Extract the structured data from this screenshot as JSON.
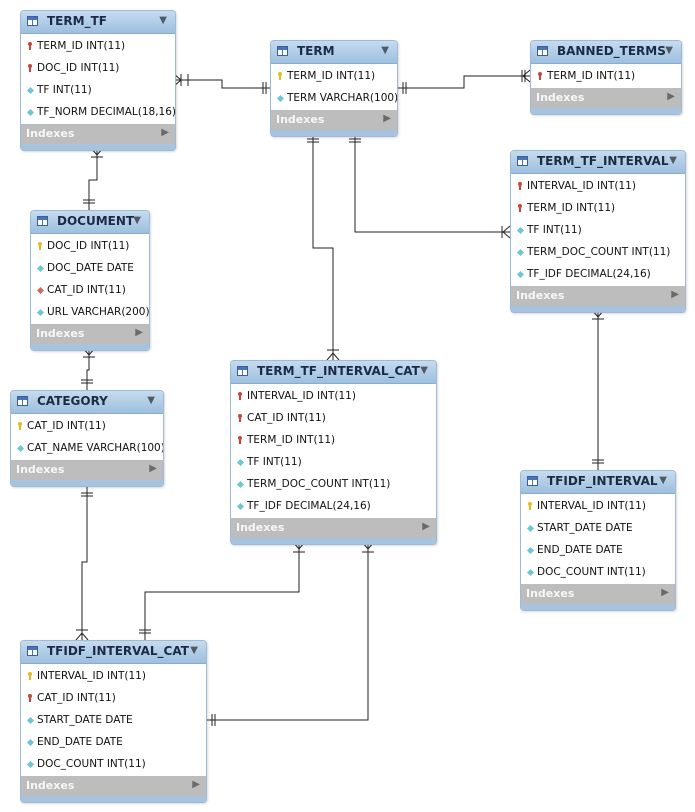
{
  "indexes_label": "Indexes",
  "tables": [
    {
      "id": "term_tf",
      "name": "TERM_TF",
      "columns": [
        {
          "name": "TERM_ID INT(11)",
          "icon": "key-red"
        },
        {
          "name": "DOC_ID INT(11)",
          "icon": "key-red"
        },
        {
          "name": "TF INT(11)",
          "icon": "dia-cyan"
        },
        {
          "name": "TF_NORM DECIMAL(18,16)",
          "icon": "dia-cyan"
        }
      ]
    },
    {
      "id": "term",
      "name": "TERM",
      "columns": [
        {
          "name": "TERM_ID INT(11)",
          "icon": "key-yel"
        },
        {
          "name": "TERM VARCHAR(100)",
          "icon": "dia-cyan"
        }
      ]
    },
    {
      "id": "banned_terms",
      "name": "BANNED_TERMS",
      "columns": [
        {
          "name": "TERM_ID INT(11)",
          "icon": "key-red"
        }
      ]
    },
    {
      "id": "term_tf_interval",
      "name": "TERM_TF_INTERVAL",
      "columns": [
        {
          "name": "INTERVAL_ID INT(11)",
          "icon": "key-red"
        },
        {
          "name": "TERM_ID INT(11)",
          "icon": "key-red"
        },
        {
          "name": "TF INT(11)",
          "icon": "dia-cyan"
        },
        {
          "name": "TERM_DOC_COUNT INT(11)",
          "icon": "dia-cyan"
        },
        {
          "name": "TF_IDF DECIMAL(24,16)",
          "icon": "dia-cyan"
        }
      ]
    },
    {
      "id": "document",
      "name": "DOCUMENT",
      "columns": [
        {
          "name": "DOC_ID INT(11)",
          "icon": "key-yel"
        },
        {
          "name": "DOC_DATE DATE",
          "icon": "dia-cyan"
        },
        {
          "name": "CAT_ID INT(11)",
          "icon": "dia-red"
        },
        {
          "name": "URL VARCHAR(200)",
          "icon": "dia-cyan"
        }
      ]
    },
    {
      "id": "category",
      "name": "CATEGORY",
      "columns": [
        {
          "name": "CAT_ID INT(11)",
          "icon": "key-yel"
        },
        {
          "name": "CAT_NAME VARCHAR(100)",
          "icon": "dia-cyan"
        }
      ]
    },
    {
      "id": "term_tf_interval_cat",
      "name": "TERM_TF_INTERVAL_CAT",
      "columns": [
        {
          "name": "INTERVAL_ID INT(11)",
          "icon": "key-red"
        },
        {
          "name": "CAT_ID INT(11)",
          "icon": "key-red"
        },
        {
          "name": "TERM_ID INT(11)",
          "icon": "key-red"
        },
        {
          "name": "TF INT(11)",
          "icon": "dia-cyan"
        },
        {
          "name": "TERM_DOC_COUNT INT(11)",
          "icon": "dia-cyan"
        },
        {
          "name": "TF_IDF DECIMAL(24,16)",
          "icon": "dia-cyan"
        }
      ]
    },
    {
      "id": "tfidf_interval",
      "name": "TFIDF_INTERVAL",
      "columns": [
        {
          "name": "INTERVAL_ID INT(11)",
          "icon": "key-yel"
        },
        {
          "name": "START_DATE DATE",
          "icon": "dia-cyan"
        },
        {
          "name": "END_DATE DATE",
          "icon": "dia-cyan"
        },
        {
          "name": "DOC_COUNT INT(11)",
          "icon": "dia-cyan"
        }
      ]
    },
    {
      "id": "tfidf_interval_cat",
      "name": "TFIDF_INTERVAL_CAT",
      "columns": [
        {
          "name": "INTERVAL_ID INT(11)",
          "icon": "key-yel"
        },
        {
          "name": "CAT_ID INT(11)",
          "icon": "key-red"
        },
        {
          "name": "START_DATE DATE",
          "icon": "dia-cyan"
        },
        {
          "name": "END_DATE DATE",
          "icon": "dia-cyan"
        },
        {
          "name": "DOC_COUNT INT(11)",
          "icon": "dia-cyan"
        }
      ]
    }
  ]
}
